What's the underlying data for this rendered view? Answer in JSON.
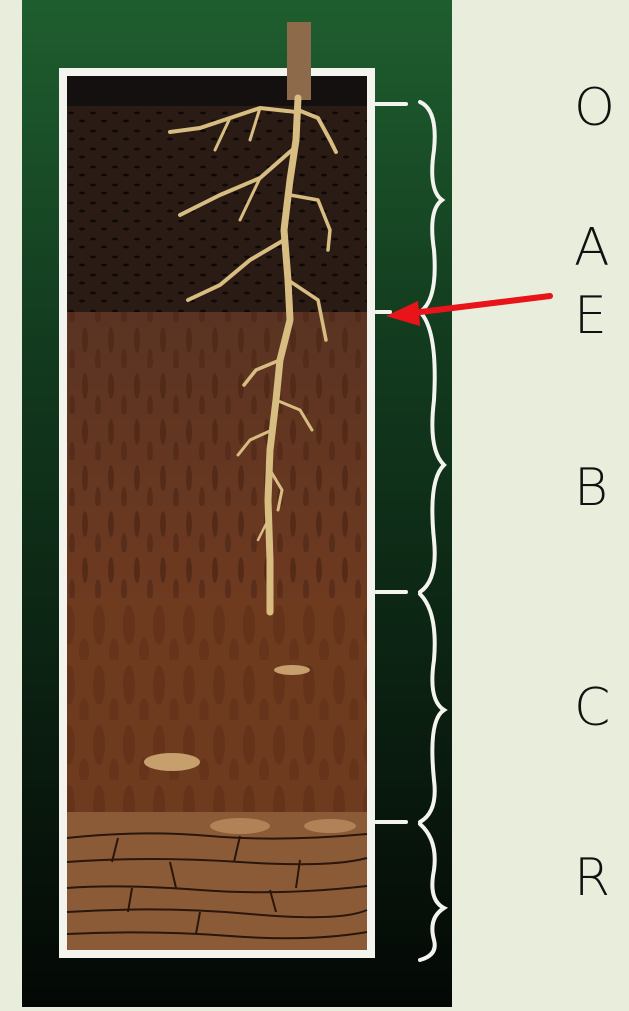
{
  "diagram": {
    "horizons": [
      {
        "letter": "O"
      },
      {
        "letter": "A"
      },
      {
        "letter": "E"
      },
      {
        "letter": "B"
      },
      {
        "letter": "C"
      },
      {
        "letter": "R"
      }
    ],
    "colors": {
      "background": "#e9eedc",
      "panel_top": "#1d5a2c",
      "panel_bottom": "#050a06",
      "frame": "#f4f4ef",
      "topsoil": "#271912",
      "subsoil": "#6b3a22",
      "parent_material": "#6e3b20",
      "bedrock": "#8a5a36",
      "root": "#d7bd82",
      "arrow": "#e8141a"
    },
    "icons": [
      "plant-root-icon",
      "red-arrow-icon",
      "brace-icon"
    ]
  }
}
